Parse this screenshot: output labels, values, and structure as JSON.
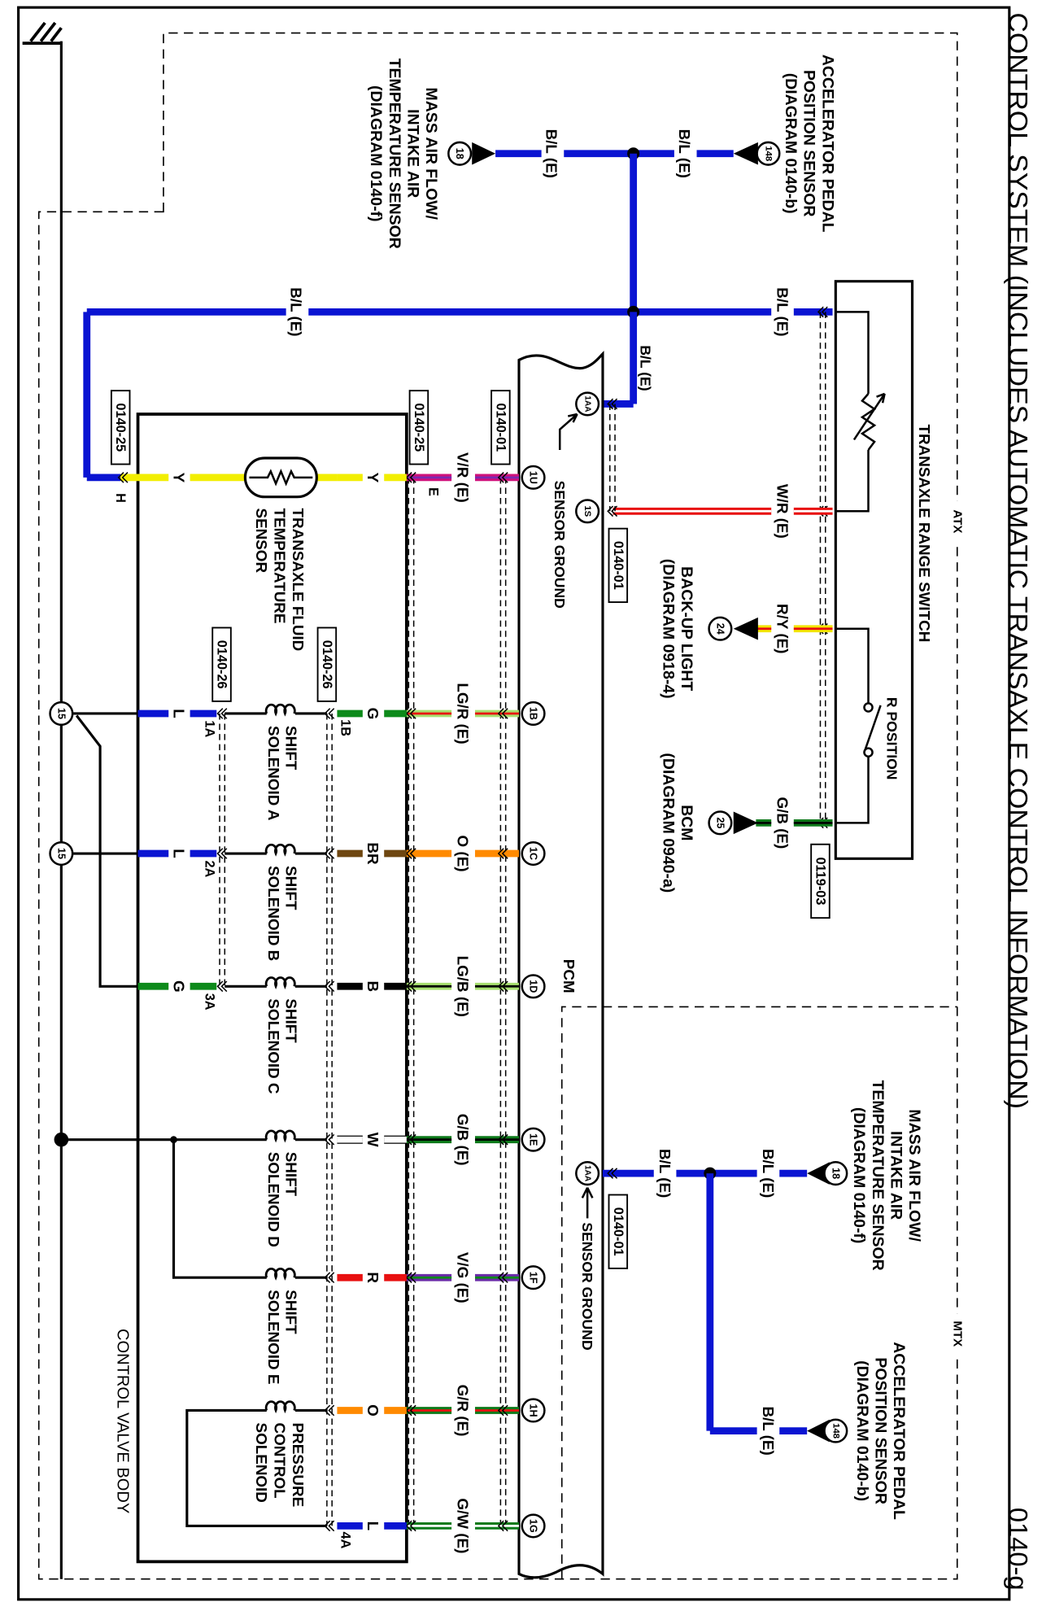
{
  "title": "CONTROL SYSTEM (INCLUDES AUTOMATIC TRANSAXLE CONTROL INFORMATION)",
  "page_id": "0140-g",
  "zones": {
    "atx": "ATX",
    "mtx": "MTX"
  },
  "components": {
    "app_sensor": {
      "lines": [
        "ACCELERATOR PEDAL",
        "POSITION SENSOR",
        "(DIAGRAM 0140-b)"
      ],
      "pin": "148"
    },
    "maf_sensor": {
      "lines": [
        "MASS AIR FLOW/",
        "INTAKE AIR",
        "TEMPERATURE SENSOR",
        "(DIAGRAM 0140-f)"
      ],
      "pin": "18"
    },
    "range_switch": {
      "label": "TRANSAXLE RANGE SWITCH",
      "r_position": "R POSITION"
    },
    "backup_light": {
      "lines": [
        "BACK-UP LIGHT",
        "(DIAGRAM 0918-4)"
      ],
      "pin": "24"
    },
    "bcm": {
      "lines": [
        "BCM",
        "(DIAGRAM 0940-a)"
      ],
      "pin": "25"
    },
    "pcm": {
      "label": "PCM",
      "sensor_ground": "SENSOR GROUND",
      "pins": {
        "aa": "1AA",
        "s": "1S"
      }
    },
    "fluid_temp_sensor": {
      "lines": [
        "TRANSAXLE FLUID",
        "TEMPERATURE",
        "SENSOR"
      ]
    },
    "solenoids": [
      [
        "SHIFT",
        "SOLENOID A"
      ],
      [
        "SHIFT",
        "SOLENOID B"
      ],
      [
        "SHIFT",
        "SOLENOID C"
      ],
      [
        "SHIFT",
        "SOLENOID D"
      ],
      [
        "SHIFT",
        "SOLENOID E"
      ],
      [
        "PRESSURE",
        "CONTROL",
        "SOLENOID"
      ]
    ],
    "control_valve_body": "CONTROL VALVE BODY",
    "ground_pin": "15"
  },
  "connectors": {
    "c0140_01": "0140-01",
    "c0140_25": "0140-25",
    "c0140_26": "0140-26",
    "c0119_03": "0119-03"
  },
  "wires": {
    "bl": {
      "label": "B/L (E)",
      "base": "#0a14d2"
    },
    "wr": {
      "label": "W/R (E)",
      "base": "#e81010",
      "stripe": "#ffffff"
    },
    "ry": {
      "label": "R/Y (E)",
      "base": "#f2e600",
      "stripe": "#e81010"
    },
    "gb": {
      "label": "G/B (E)",
      "base": "#0d7a1a",
      "stripe": "#000000"
    },
    "fluid_y": {
      "label": "Y",
      "base": "#f2ee00"
    },
    "pin_h": "H",
    "pin_e": "E"
  },
  "harness": [
    {
      "pin": "1U",
      "label": "V/R (E)",
      "base": "#d0107a",
      "stripe": "#7a28b0",
      "inner": "Y",
      "inner_color": "#f2ee00"
    },
    {
      "pin": "1B",
      "label": "LG/R (E)",
      "base": "#a8e070",
      "stripe": "#e81010",
      "inner": "G",
      "inner_color": "#0d8a1a",
      "inner_pin": "1B",
      "outer": "L",
      "outer_color": "#0a14d2",
      "outer_pin": "1A"
    },
    {
      "pin": "1C",
      "label": "O (E)",
      "base": "#ff8a00",
      "inner": "BR",
      "inner_color": "#6e4610",
      "outer": "L",
      "outer_color": "#0a14d2",
      "outer_pin": "2A"
    },
    {
      "pin": "1D",
      "label": "LG/B (E)",
      "base": "#a8e070",
      "stripe": "#000000",
      "inner": "B",
      "inner_color": "#000000",
      "outer": "G",
      "outer_color": "#0d8a1a",
      "outer_pin": "3A"
    },
    {
      "pin": "1E",
      "label": "G/B (E)",
      "base": "#0d7a1a",
      "stripe": "#000000",
      "inner": "W",
      "inner_color": "#ffffff"
    },
    {
      "pin": "1F",
      "label": "V/G (E)",
      "base": "#6a2aa8",
      "stripe": "#0d8a1a",
      "inner": "R",
      "inner_color": "#e81010"
    },
    {
      "pin": "1H",
      "label": "G/R (E)",
      "base": "#0d7a1a",
      "stripe": "#e81010",
      "inner": "O",
      "inner_color": "#ff8a00"
    },
    {
      "pin": "1G",
      "label": "G/W (E)",
      "base": "#0d7a1a",
      "stripe": "#ffffff",
      "inner": "L",
      "inner_color": "#0a14d2",
      "inner_pin": "4A"
    }
  ]
}
